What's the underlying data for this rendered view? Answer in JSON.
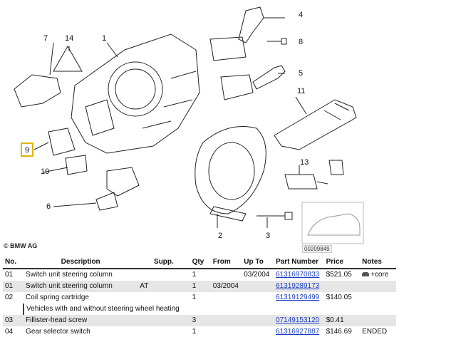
{
  "diagram": {
    "callouts": [
      "1",
      "2",
      "3",
      "4",
      "5",
      "6",
      "7",
      "8",
      "9",
      "10",
      "11",
      "13",
      "14"
    ],
    "highlighted_callout": "9",
    "copyright": "© BMW AG",
    "diagram_id": "00209849"
  },
  "table": {
    "headers": {
      "no": "No.",
      "description": "Description",
      "supp": "Supp.",
      "qty": "Qty",
      "from": "From",
      "upto": "Up To",
      "part_number": "Part Number",
      "price": "Price",
      "notes": "Notes"
    },
    "rows": [
      {
        "no": "01",
        "description": "Switch unit steering column",
        "supp": "",
        "qty": "1",
        "from": "",
        "upto": "03/2004",
        "part_number": "61316970833",
        "price": "$521.05",
        "notes": "+core"
      },
      {
        "no": "01",
        "description": "Switch unit steering column",
        "supp": "AT",
        "qty": "1",
        "from": "03/2004",
        "upto": "",
        "part_number": "61319289173",
        "price": "",
        "notes": ""
      },
      {
        "no": "02",
        "description": "Coil spring cartridge",
        "supp": "",
        "qty": "1",
        "from": "",
        "upto": "",
        "part_number": "61319129499",
        "price": "$140.05",
        "notes": ""
      },
      {
        "note": "Vehicles with and without steering wheel heating"
      },
      {
        "no": "03",
        "description": "Fillister-head screw",
        "supp": "",
        "qty": "3",
        "from": "",
        "upto": "",
        "part_number": "07149153120",
        "price": "$0.41",
        "notes": ""
      },
      {
        "no": "04",
        "description": "Gear selector switch",
        "supp": "",
        "qty": "1",
        "from": "",
        "upto": "",
        "part_number": "61316927887",
        "price": "$146.69",
        "notes": "ENDED"
      }
    ]
  }
}
